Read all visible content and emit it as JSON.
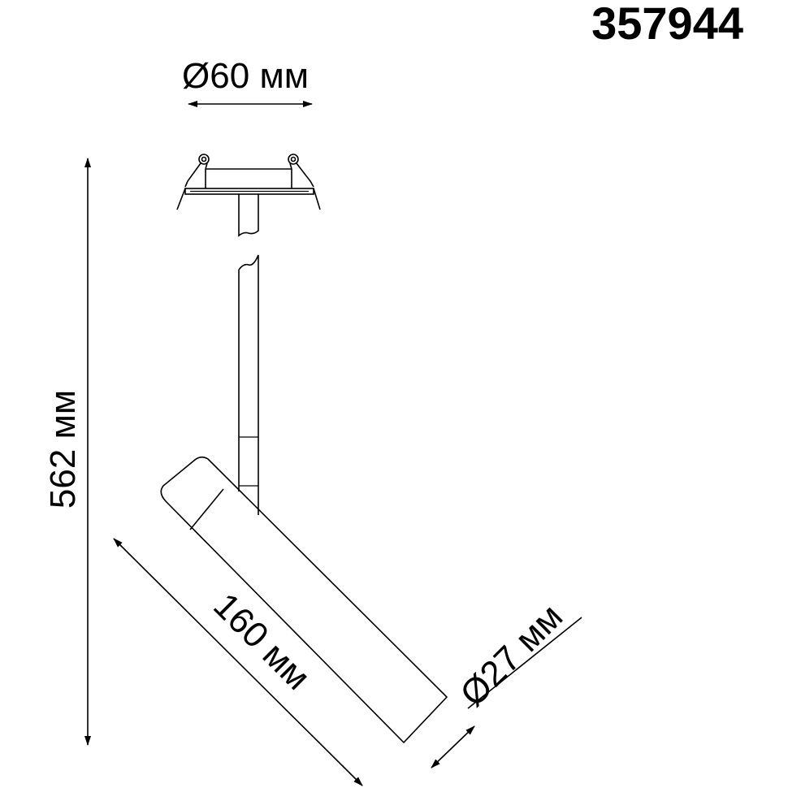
{
  "title": "357944",
  "dimensions": {
    "mount_diameter": "Ø60 мм",
    "total_height": "562 мм",
    "head_length": "160 мм",
    "head_diameter": "Ø27 мм"
  }
}
